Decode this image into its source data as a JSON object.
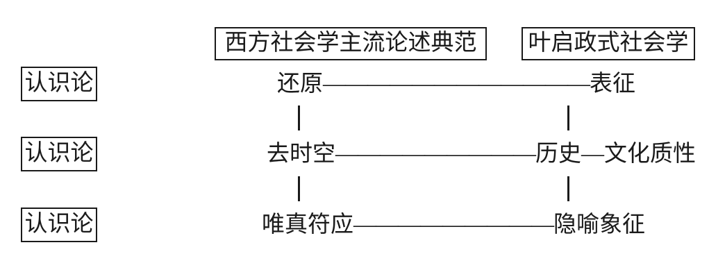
{
  "diagram": {
    "title_boxes": [
      {
        "label": "西方社会学主流论述典范"
      },
      {
        "label": "叶启政式社会学"
      }
    ],
    "side_boxes": [
      {
        "label": "认识论"
      },
      {
        "label": "认识论"
      },
      {
        "label": "认识论"
      }
    ],
    "rows": [
      {
        "left_term": "还原",
        "connector": "————————————",
        "right_term": "表征"
      },
      {
        "left_term": "去时空",
        "connector": "—————————",
        "right_term": "历史—文化质性"
      },
      {
        "left_term": "唯真符应",
        "connector": "—————————",
        "right_term": "隐喻象征"
      }
    ],
    "vertical_connectors": [
      {
        "name": "left-0"
      },
      {
        "name": "right-0"
      },
      {
        "name": "left-1"
      },
      {
        "name": "right-1"
      }
    ],
    "colors": {
      "ink": "#1a1a1a",
      "paper": "#ffffff"
    }
  }
}
